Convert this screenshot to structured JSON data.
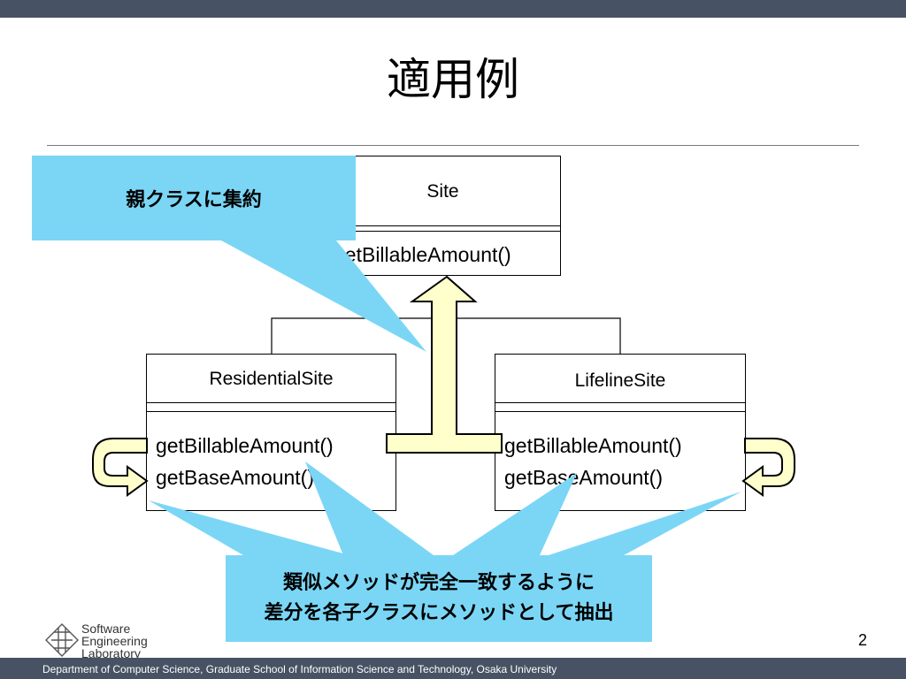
{
  "slide": {
    "title": "適用例",
    "page_number": "2",
    "footer": "Department of Computer Science, Graduate School of Information Science and Technology, Osaka University"
  },
  "logo": {
    "lines": [
      "Software",
      "Engineering",
      "Laboratory"
    ]
  },
  "classes": {
    "site": {
      "name": "Site",
      "operations": [
        "getBillableAmount()"
      ]
    },
    "residential": {
      "name": "ResidentialSite",
      "operations": [
        "getBillableAmount()",
        "getBaseAmount()"
      ]
    },
    "lifeline": {
      "name": "LifelineSite",
      "operations": [
        "getBillableAmount()",
        "getBaseAmount()"
      ]
    }
  },
  "callouts": {
    "parent": "親クラスに集約",
    "subclass_line1": "類似メソッドが完全一致するように",
    "subclass_line2": "差分を各子クラスにメソッドとして抽出"
  },
  "colors": {
    "callout": "#7bd6f6",
    "arrow_fill": "#ffffcc",
    "bar": "#475264"
  }
}
